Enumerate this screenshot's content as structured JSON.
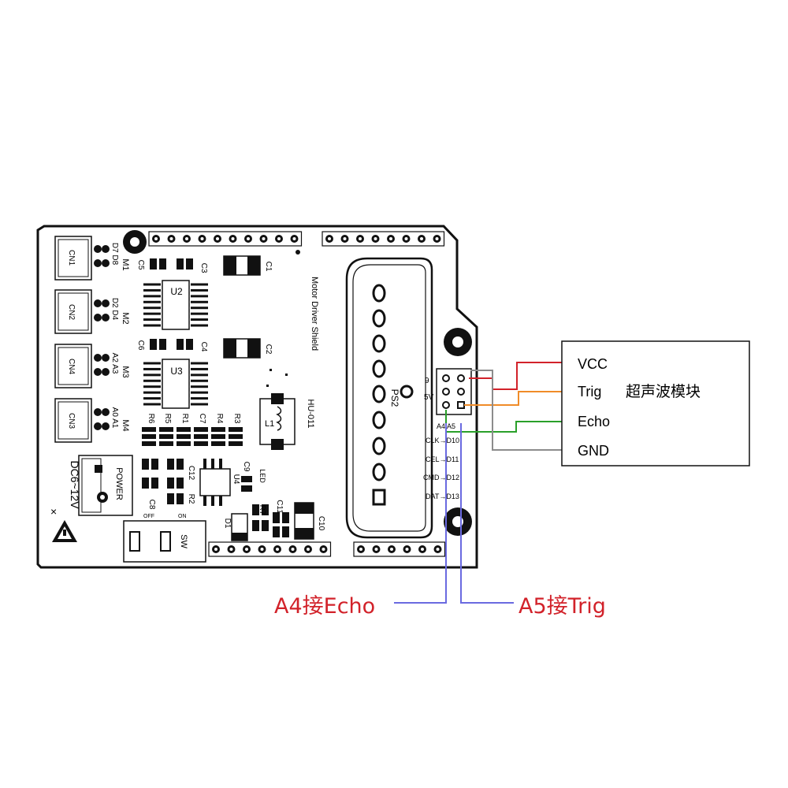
{
  "board": {
    "connectors": [
      "CN1",
      "CN2",
      "CN4",
      "CN3"
    ],
    "motors": [
      "M1",
      "M2",
      "M3",
      "M4"
    ],
    "led_pairs": [
      "D7 D8",
      "D2 D4",
      "A2 A3",
      "A0 A1"
    ],
    "chips": {
      "u2": "U2",
      "u3": "U3",
      "u4": "U4"
    },
    "caps": {
      "c5": "C5",
      "c3": "C3",
      "c1": "C1",
      "c6": "C6",
      "c4": "C4",
      "c2": "C2",
      "c12": "C12",
      "c8": "C8",
      "c9": "C9",
      "c10": "C10",
      "c11": "C11"
    },
    "resistor_labels": [
      "R6",
      "R5",
      "R1",
      "C7",
      "R4",
      "R3"
    ],
    "r_misc": {
      "r2": "R2",
      "r7": "R7"
    },
    "diode": "D1",
    "inductor": "L1",
    "led": "LED",
    "title": "Motor Driver Shield",
    "model": "HU-011",
    "ps2": "PS2",
    "power_label": "POWER",
    "dc_label": "DC6~12V",
    "switch": {
      "label": "SW",
      "off": "OFF",
      "on": "ON"
    },
    "pin_9": "9",
    "pin_5v": "5V",
    "header_labels": "A4 A5",
    "ps2_map": [
      "CLK→D10",
      "CEL→D11",
      "CMD→D12",
      "DAT→D13"
    ],
    "x_mark": "×"
  },
  "module": {
    "name": "超声波模块",
    "pins": [
      "VCC",
      "Trig",
      "Echo",
      "GND"
    ]
  },
  "wires": {
    "colors": {
      "vcc": "#d2222a",
      "trig": "#f08c28",
      "echo": "#2aa02a",
      "gnd": "#8c8c8c",
      "a4": "#6a6ae0",
      "a5": "#6a6ae0"
    }
  },
  "annotations": {
    "a4": "A4接Echo",
    "a5": "A5接Trig",
    "color": "#d2222a"
  }
}
